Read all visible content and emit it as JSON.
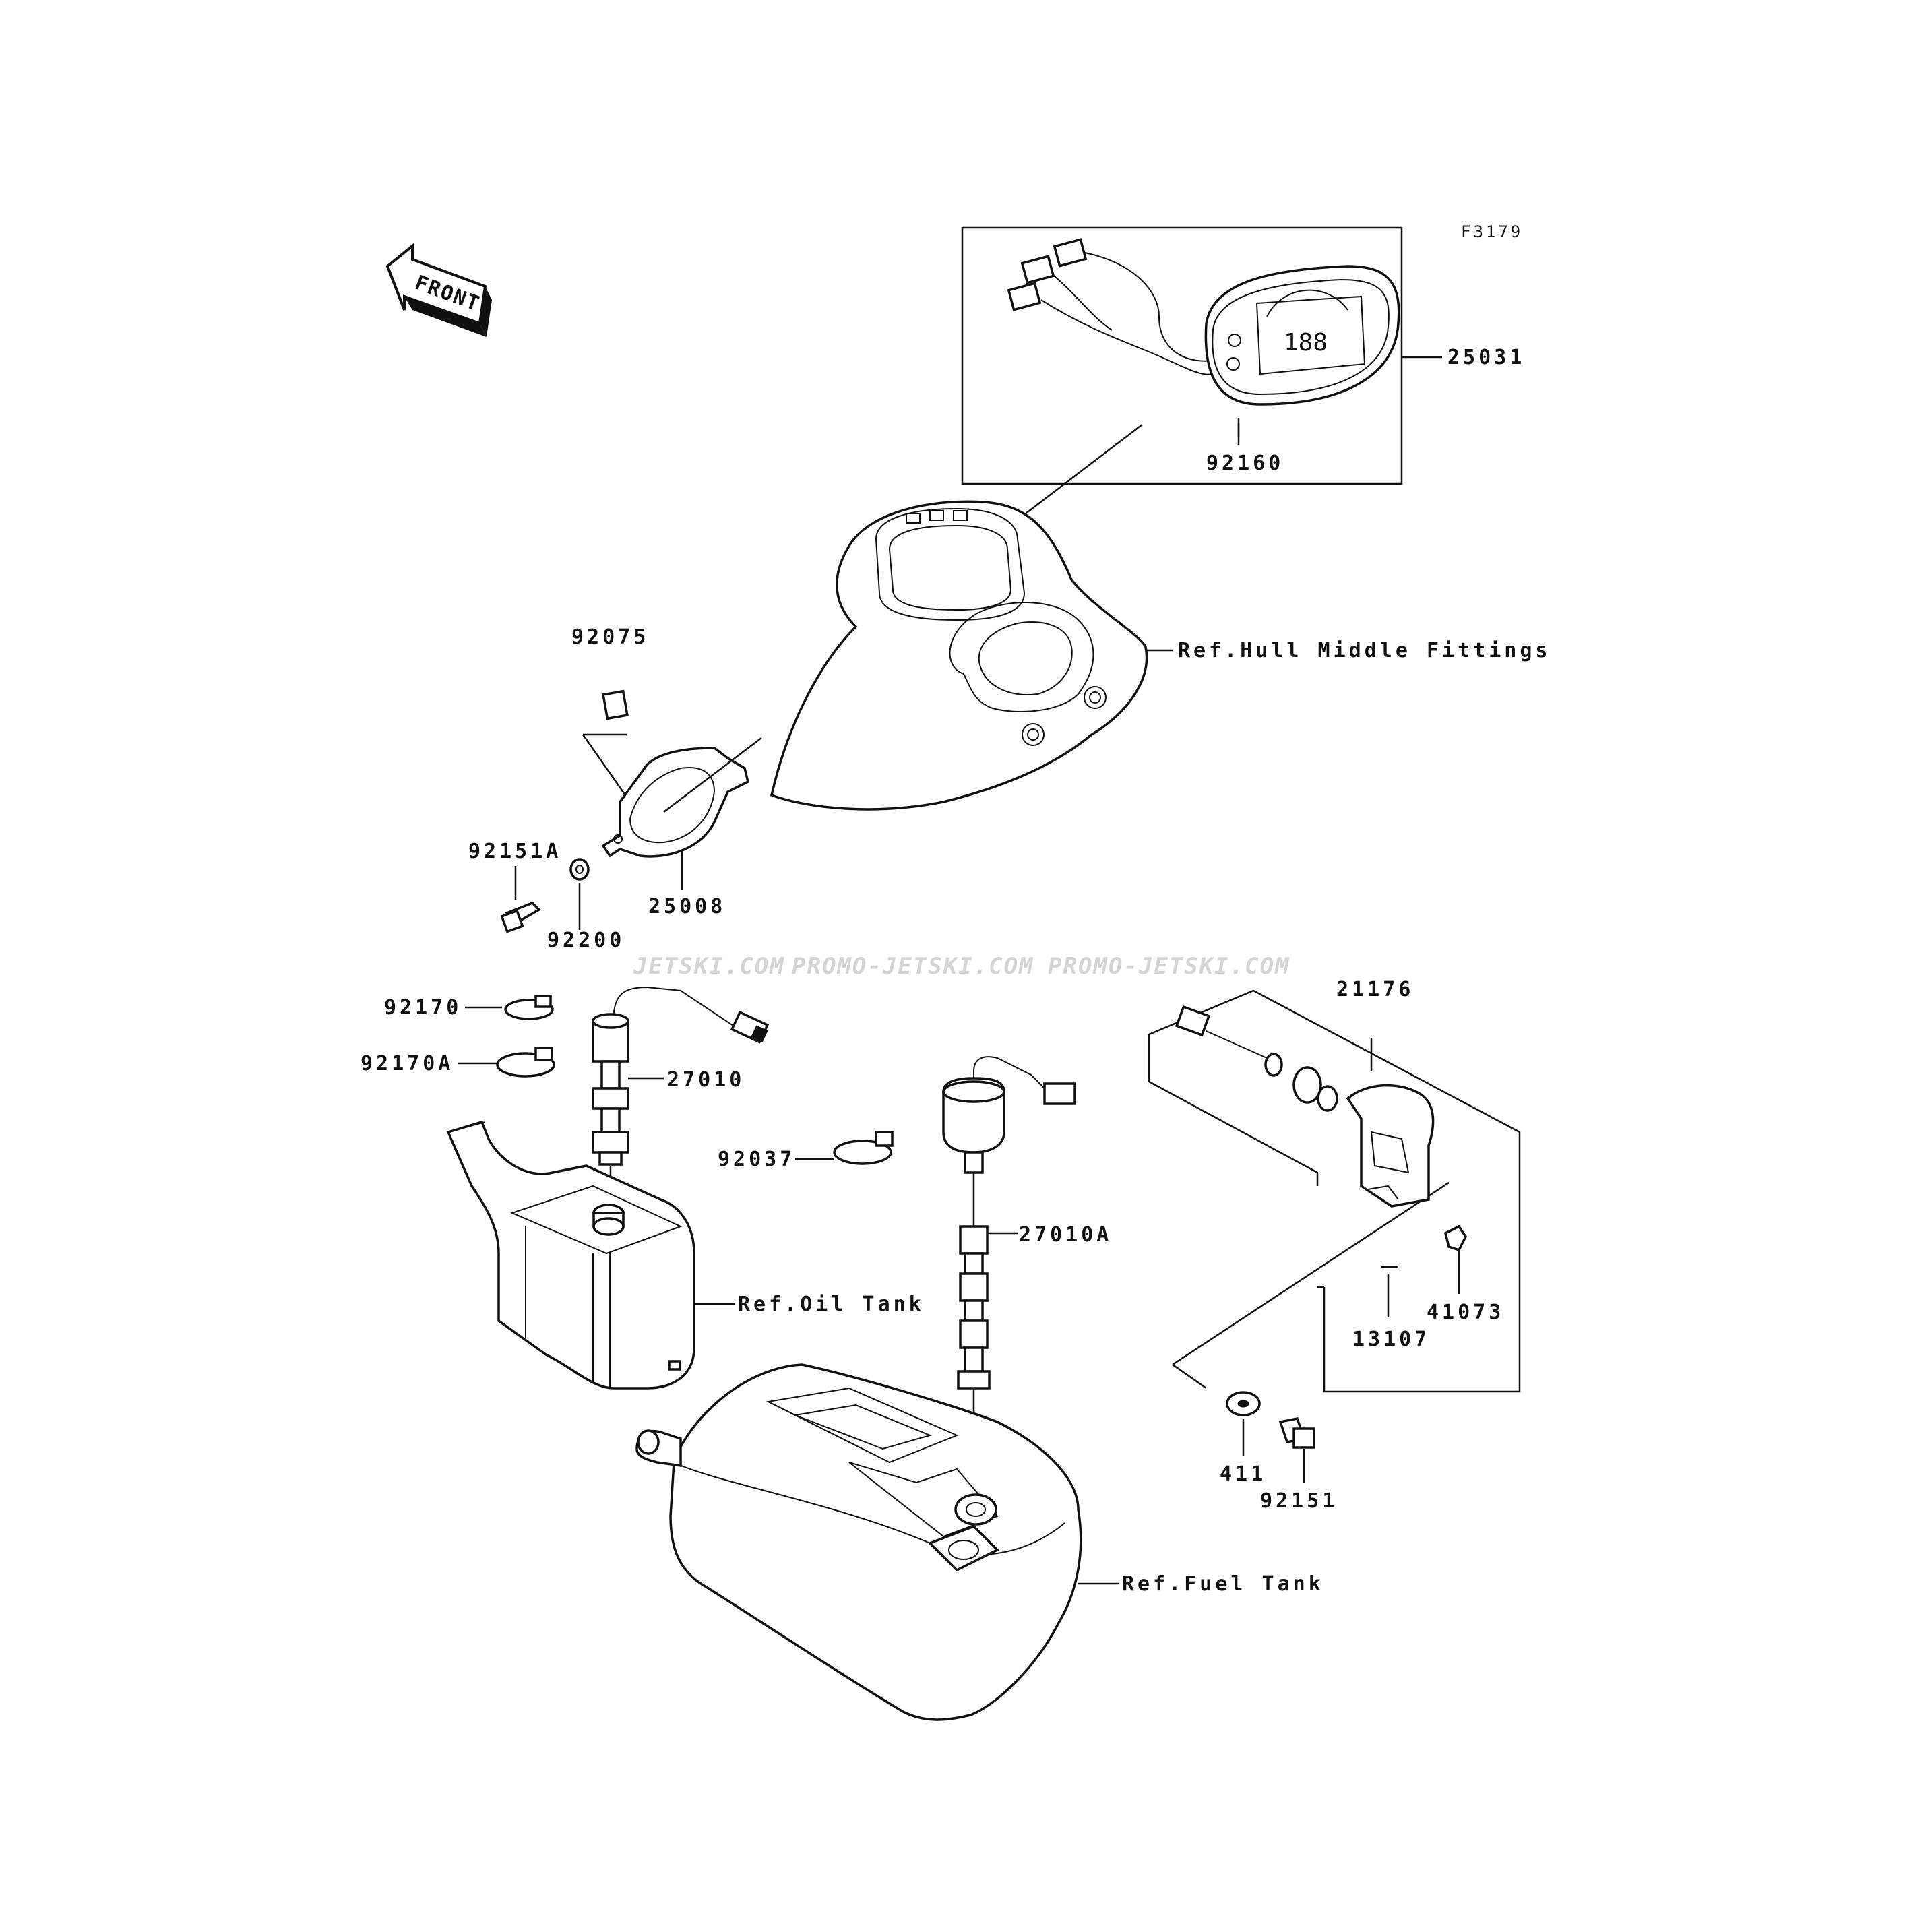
{
  "diagram": {
    "figure_id": "F3179",
    "front_arrow_text": "FRONT",
    "watermark": [
      "JETSKI.COM",
      "PROMO-JETSKI.COM",
      "PROMO-JETSKI.COM"
    ],
    "callouts": [
      {
        "id": "25031",
        "text": "25031"
      },
      {
        "id": "92160",
        "text": "92160"
      },
      {
        "id": "hull",
        "text": "Ref.Hull Middle Fittings"
      },
      {
        "id": "92075",
        "text": "92075"
      },
      {
        "id": "92151A",
        "text": "92151A"
      },
      {
        "id": "25008",
        "text": "25008"
      },
      {
        "id": "92200",
        "text": "92200"
      },
      {
        "id": "92170",
        "text": "92170"
      },
      {
        "id": "92170A",
        "text": "92170A"
      },
      {
        "id": "27010",
        "text": "27010"
      },
      {
        "id": "92037",
        "text": "92037"
      },
      {
        "id": "27010A",
        "text": "27010A"
      },
      {
        "id": "oiltank",
        "text": "Ref.Oil Tank"
      },
      {
        "id": "fueltank",
        "text": "Ref.Fuel Tank"
      },
      {
        "id": "21176",
        "text": "21176"
      },
      {
        "id": "41073",
        "text": "41073"
      },
      {
        "id": "13107",
        "text": "13107"
      },
      {
        "id": "411",
        "text": "411"
      },
      {
        "id": "92151",
        "text": "92151"
      }
    ]
  }
}
